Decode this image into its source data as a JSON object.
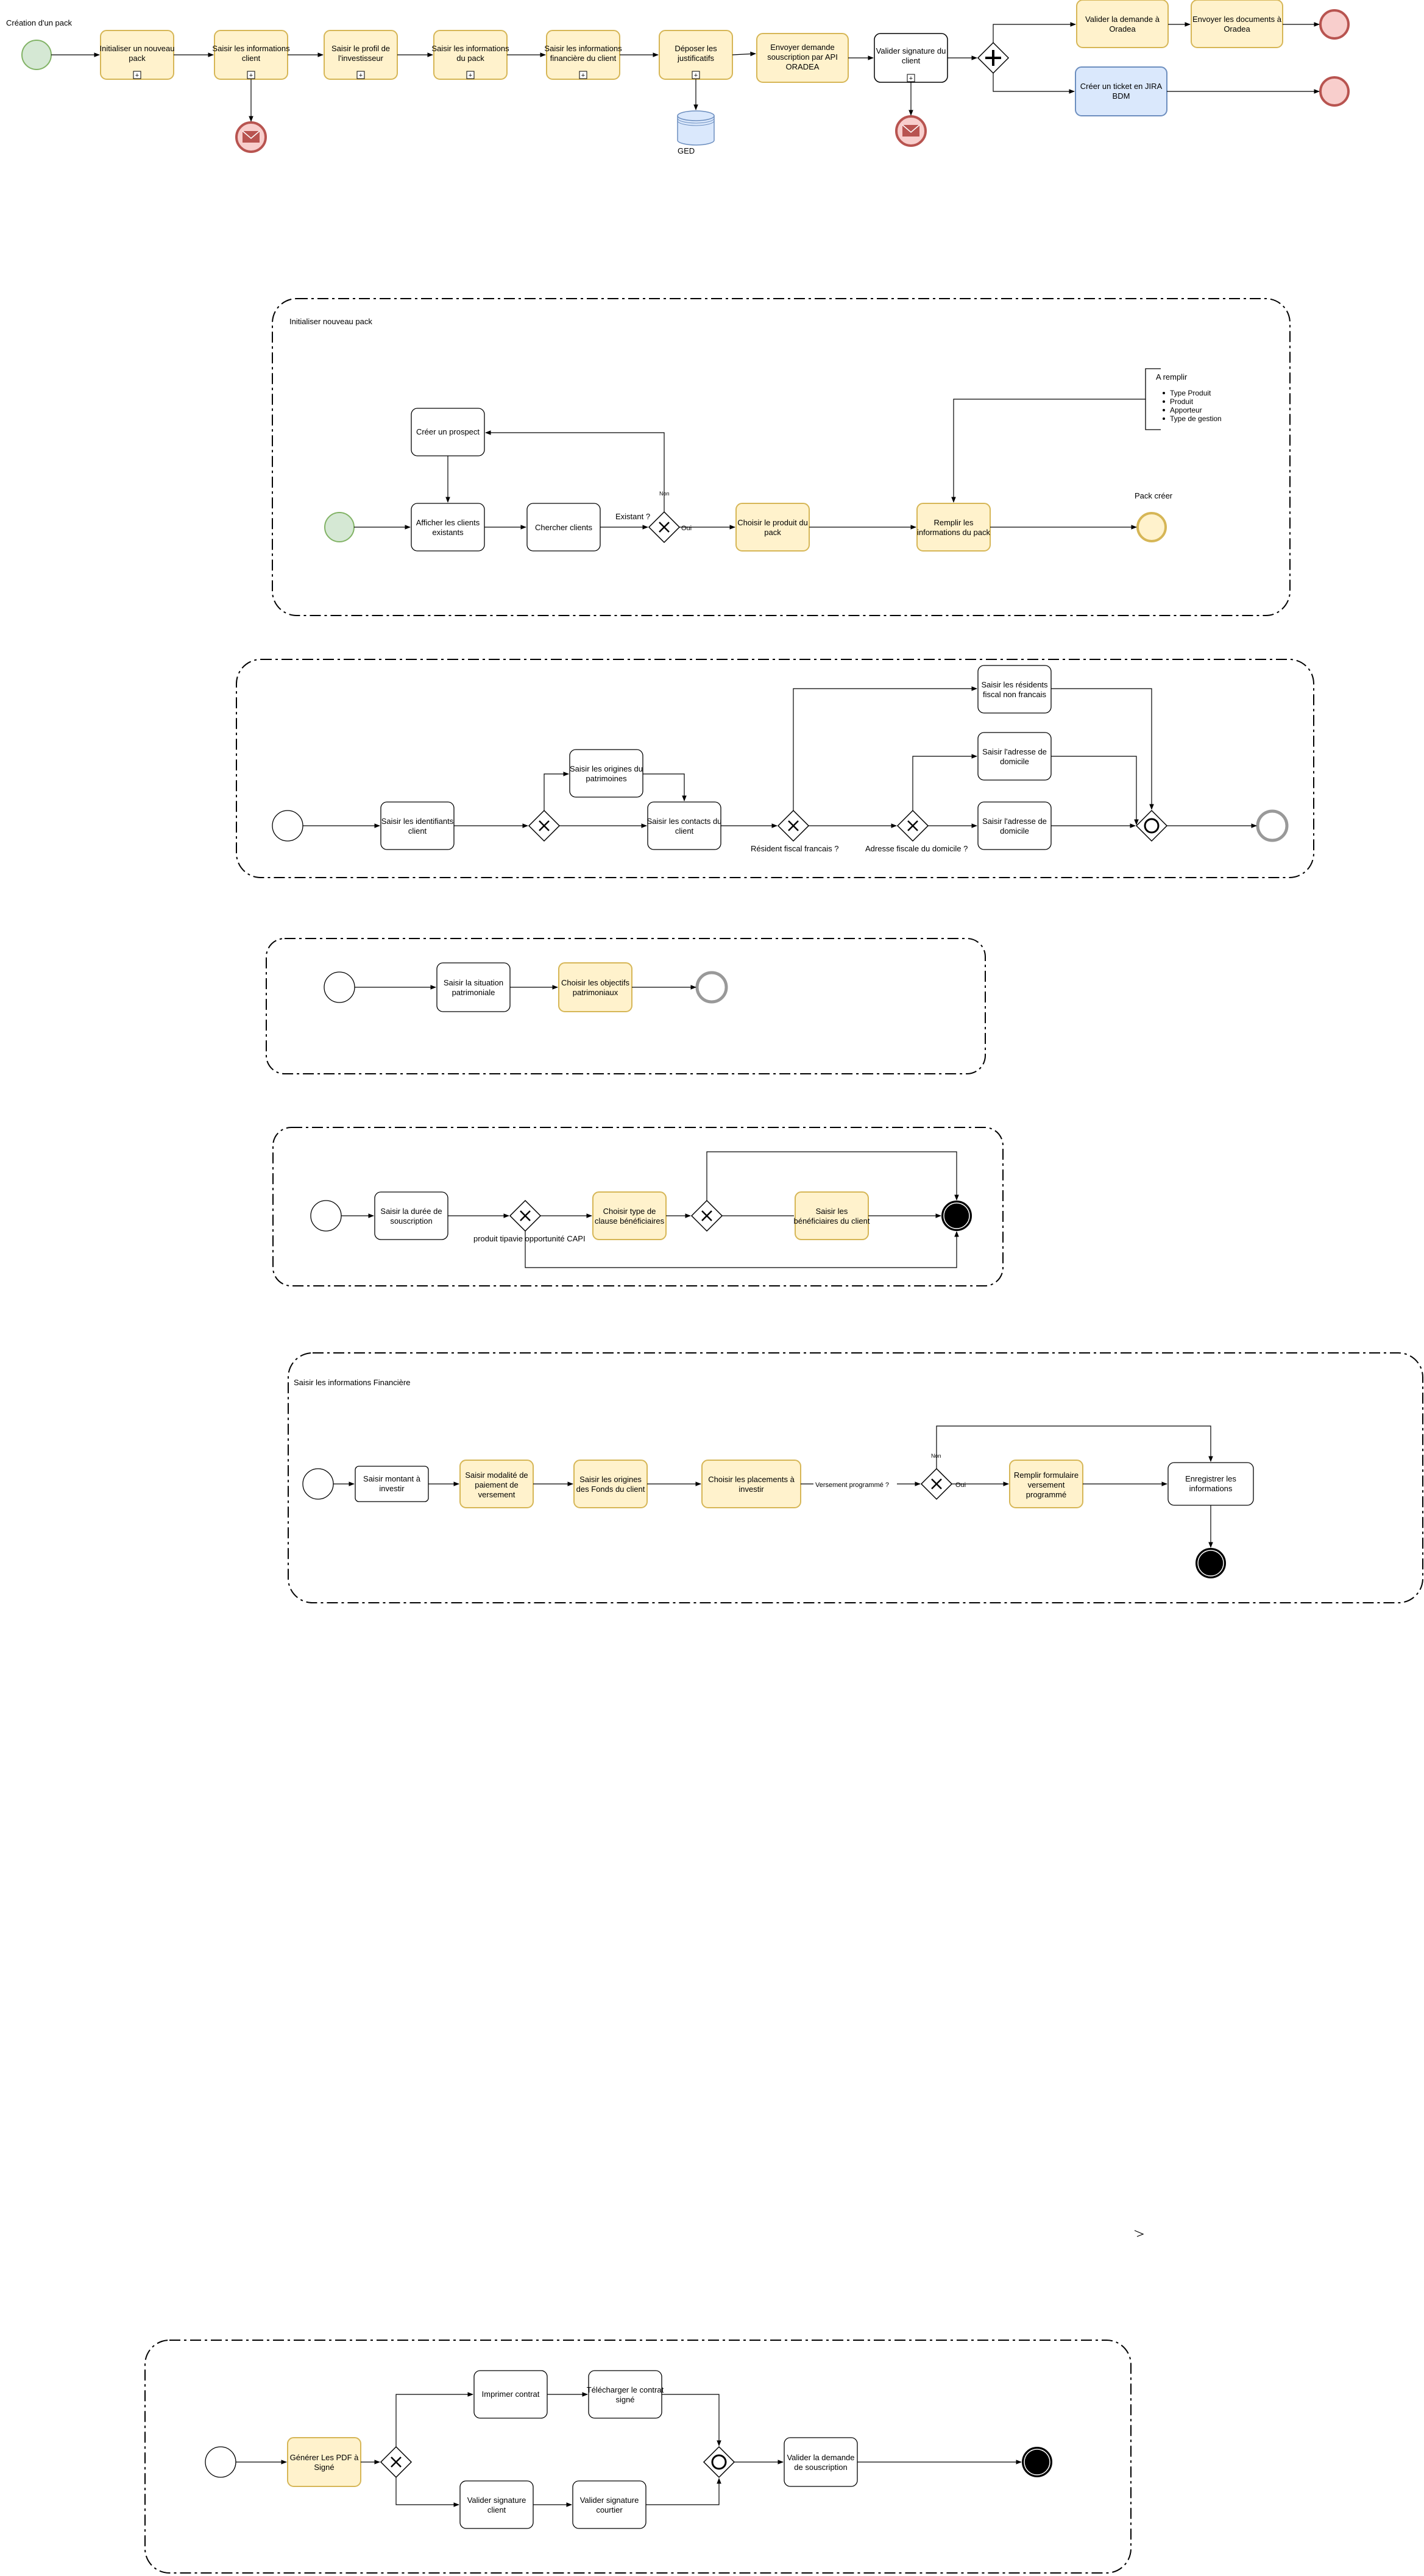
{
  "colors": {
    "task_yellow_fill": "#fff2cc",
    "task_yellow_stroke": "#d6b656",
    "task_blue_fill": "#dae8fc",
    "task_blue_stroke": "#6c8ebf",
    "start_green_fill": "#d5e8d4",
    "start_green_stroke": "#82b366",
    "end_red_fill": "#f8cecc",
    "end_red_stroke": "#b85450",
    "message_red": "#b85450",
    "line": "#000000"
  },
  "main_flow": {
    "title": "Création d'un pack",
    "tasks": [
      "Initialiser un nouveau pack",
      "Saisir les informations client",
      "Saisir le profil de l'investisseur",
      "Saisir les informations du pack",
      "Saisir les informations financière du client",
      "Déposer les justificatifs",
      "Envoyer demande souscription par API ORADEA",
      "Valider signature du client",
      "Valider la demande à Oradea",
      "Envoyer les documents à Oradea",
      "Créer un ticket en JIRA BDM"
    ],
    "database_label": "GED"
  },
  "pool1": {
    "title": "Initialiser nouveau pack",
    "tasks": [
      "Créer un prospect",
      "Afficher les clients existants",
      "Chercher clients",
      "Choisir le produit du pack",
      "Remplir les informations du pack"
    ],
    "gateway_question": "Existant ?",
    "label_yes": "Oui",
    "label_no": "Non",
    "end_label": "Pack créer",
    "annotation_title": "A remplir",
    "annotation_items": [
      "Type Produit",
      "Produit",
      "Apporteur",
      "Type de gestion"
    ]
  },
  "pool2": {
    "tasks": [
      "Saisir les identifiants client",
      "Saisir les origines du patrimoines",
      "Saisir les contacts du client",
      "Saisir les résidents fiscal non francais",
      "Saisir l'adresse de domicile",
      "Saisir l'adresse de domicile"
    ],
    "gateway1_label": "Résident fiscal francais ?",
    "gateway2_label": "Adresse fiscale du domicile ?"
  },
  "pool3": {
    "tasks": [
      "Saisir la situation patrimoniale",
      "Choisir les objectifs patrimoniaux"
    ]
  },
  "pool4": {
    "tasks": [
      "Saisir la durée de souscription",
      "Choisir type de clause bénéficiaires",
      "Saisir les bénéficiaires du client"
    ],
    "gateway_label": "produit tipavie opportunité CAPI"
  },
  "pool5": {
    "title": "Saisir les informations Financière",
    "tasks": [
      "Saisir montant à investir",
      "Saisir modalité de paiement de versement",
      "Saisir les origines des Fonds du client",
      "Choisir les placements à investir",
      "Remplir formulaire versement programmé",
      "Enregistrer les informations"
    ],
    "flow_label": "Versement programmé ?",
    "label_yes": "Oui",
    "label_no": "Non"
  },
  "pool6": {
    "tasks": [
      "Générer Les PDF à Signé",
      "Imprimer contrat",
      "Télécharger le contrat signé",
      "Valider signature client",
      "Valider signature courtier",
      "Valider la demande de souscription"
    ]
  }
}
